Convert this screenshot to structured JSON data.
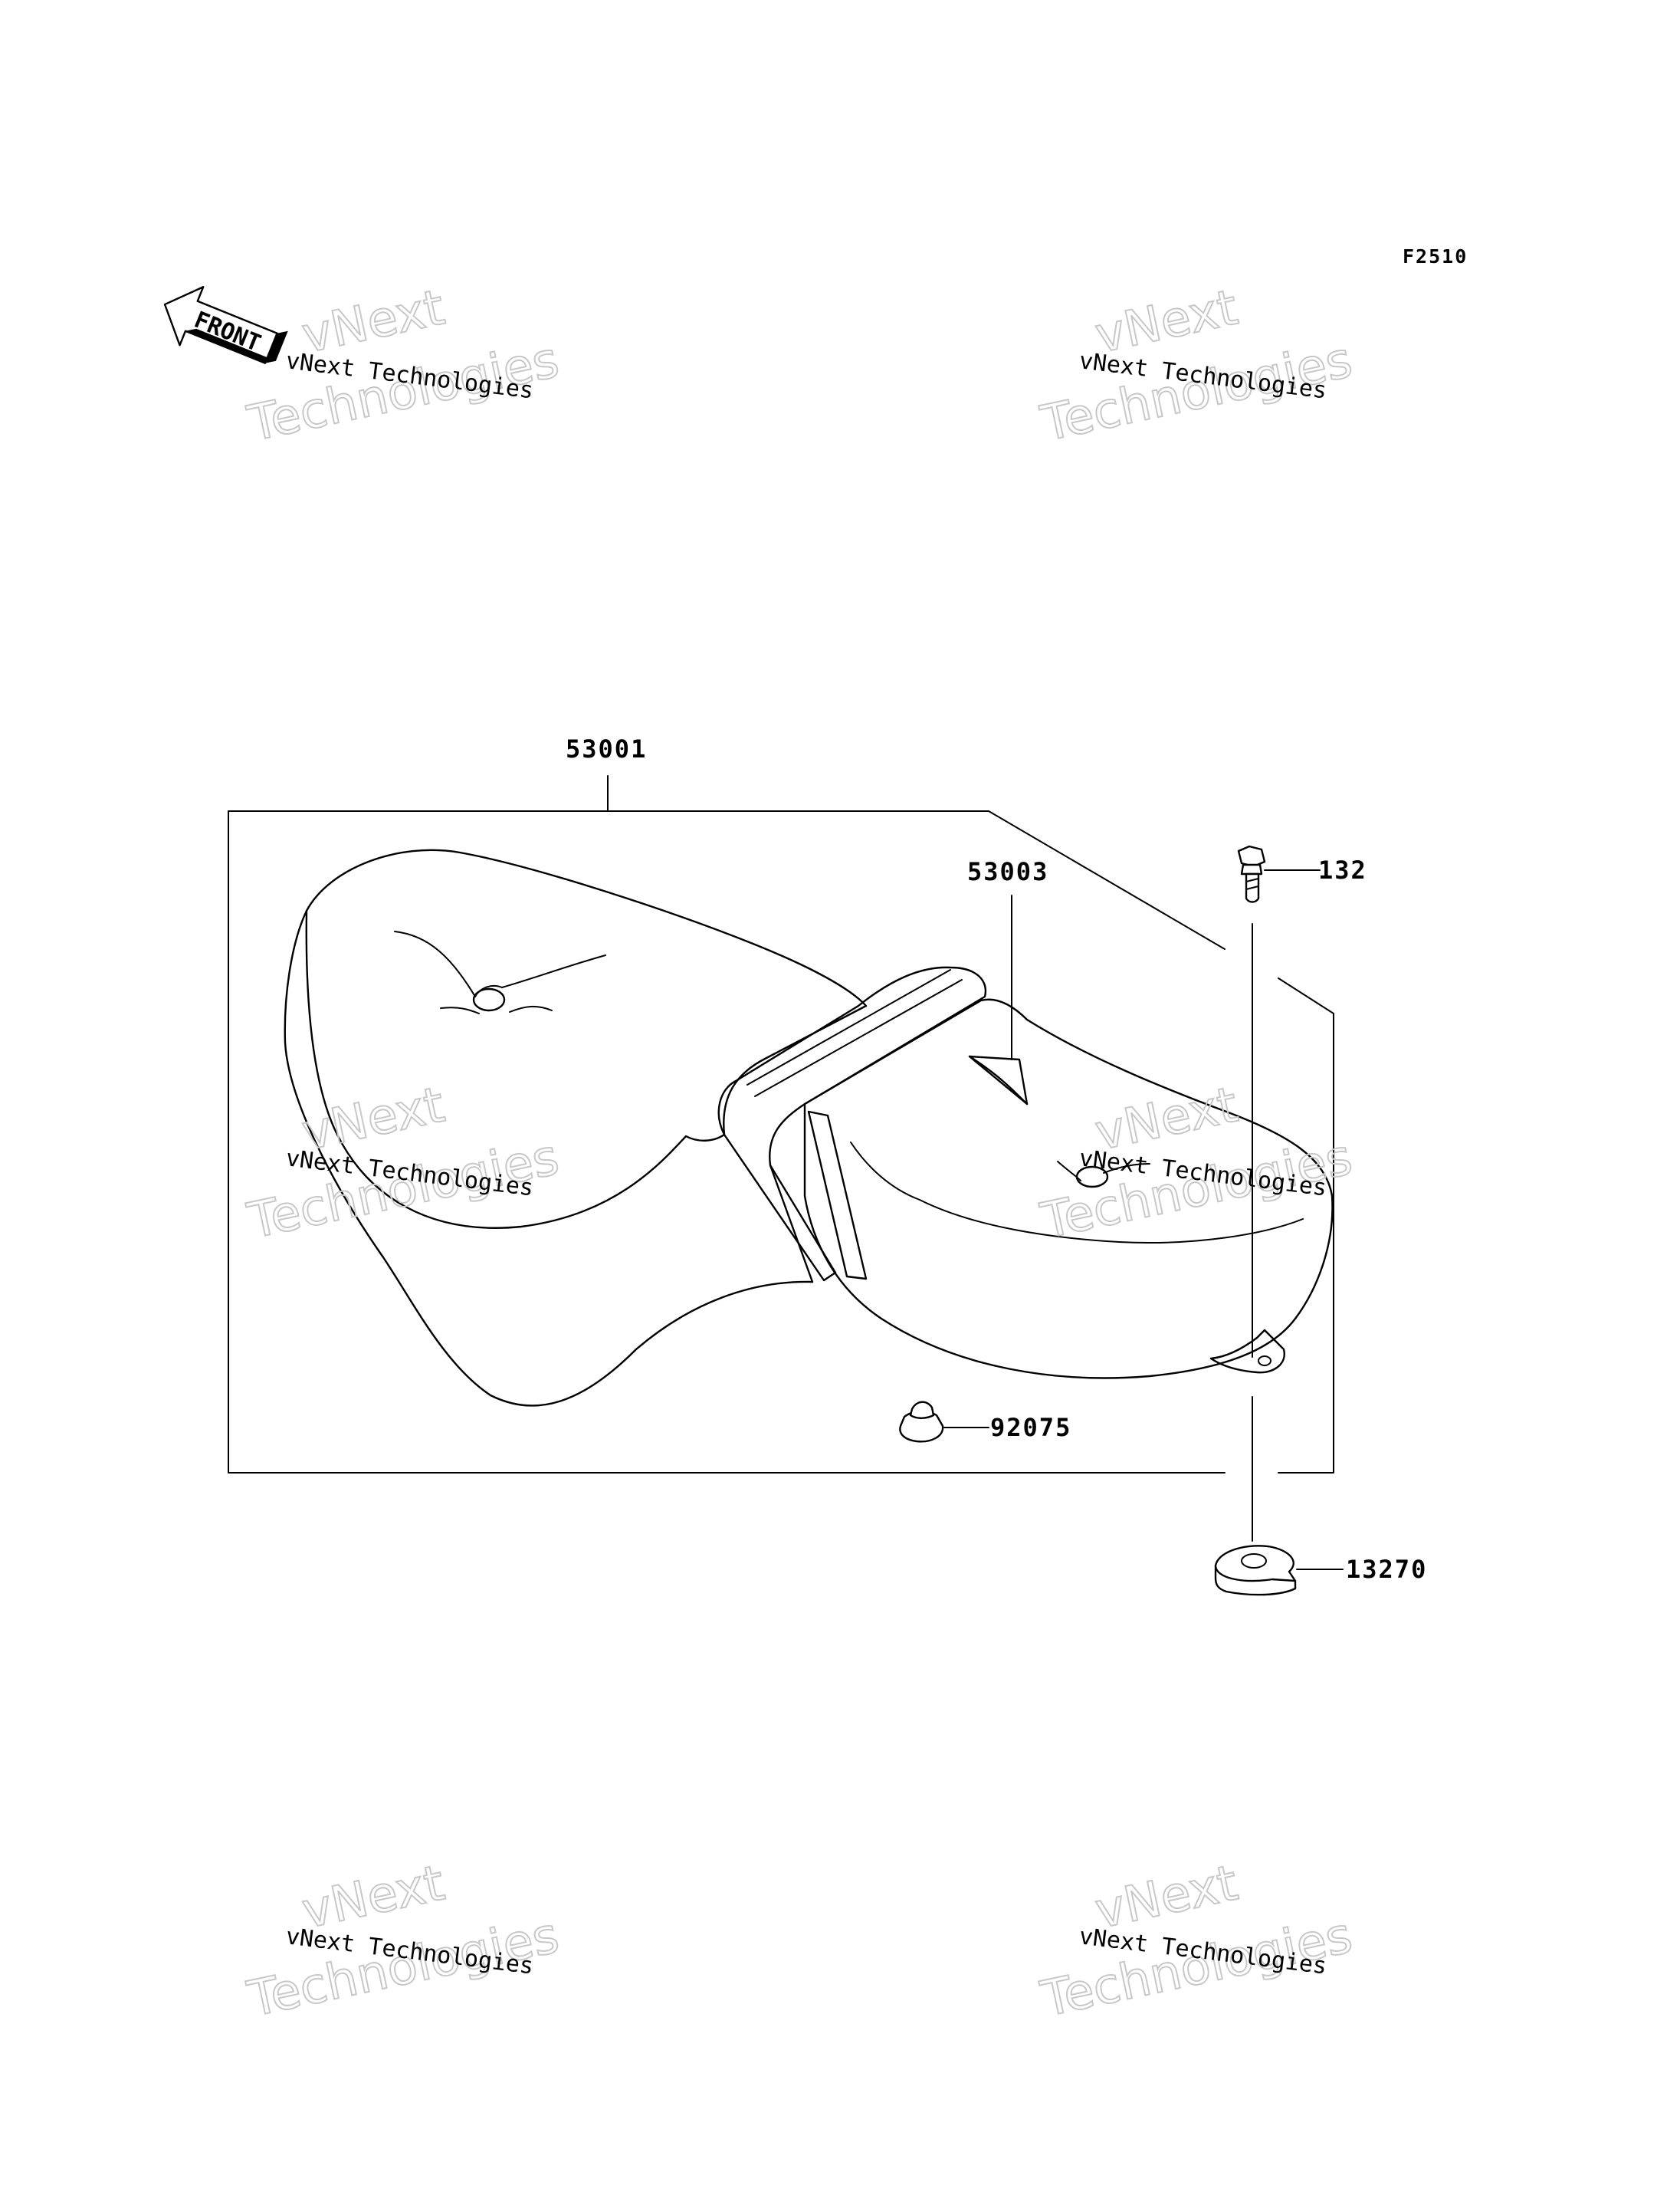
{
  "figure_code": "F2510",
  "front_arrow_label": "FRONT",
  "watermark": {
    "small": "vNext Technologies",
    "large_line1": "vNext",
    "large_line2": "Technologies"
  },
  "callouts": {
    "seat_assembly": "53001",
    "seat_label": "53003",
    "bolt": "132",
    "damper": "92075",
    "plate": "13270"
  }
}
